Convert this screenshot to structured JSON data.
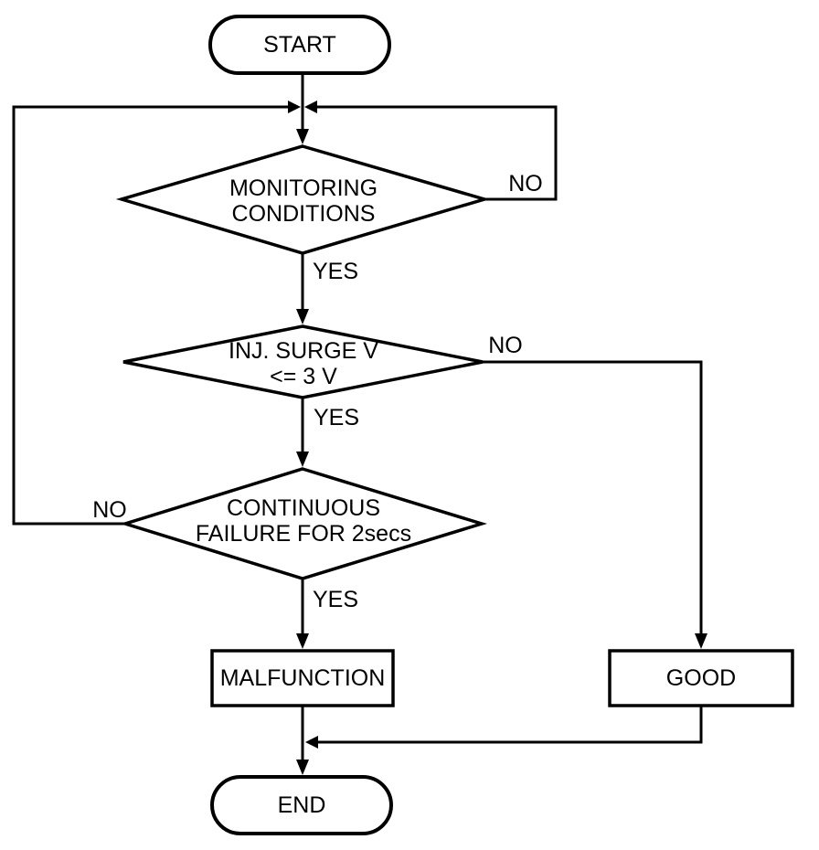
{
  "flowchart": {
    "background_color": "#ffffff",
    "line_color": "#000000",
    "nodes": {
      "start": {
        "type": "terminator",
        "label": "START"
      },
      "monitoring": {
        "type": "decision",
        "line1": "MONITORING",
        "line2": "CONDITIONS"
      },
      "surge": {
        "type": "decision",
        "line1": "INJ. SURGE V",
        "line2": "<= 3 V"
      },
      "continuous": {
        "type": "decision",
        "line1": "CONTINUOUS",
        "line2": "FAILURE FOR 2secs"
      },
      "malfunction": {
        "type": "process",
        "label": "MALFUNCTION"
      },
      "good": {
        "type": "process",
        "label": "GOOD"
      },
      "end": {
        "type": "terminator",
        "label": "END"
      }
    },
    "branch_labels": {
      "monitoring_yes": "YES",
      "monitoring_no": "NO",
      "surge_yes": "YES",
      "surge_no": "NO",
      "continuous_yes": "YES",
      "continuous_no": "NO"
    }
  }
}
